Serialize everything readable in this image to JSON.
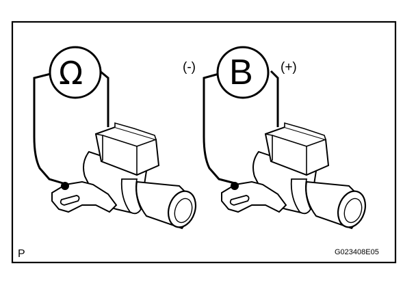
{
  "left_meter": {
    "symbol": "Ω"
  },
  "right_meter": {
    "symbol": "B",
    "negative_label": "(-)",
    "positive_label": "(+)"
  },
  "corner_letter": "P",
  "figure_code": "G023408E05",
  "colors": {
    "ink": "#000000",
    "paper": "#ffffff"
  },
  "icons": [
    "ohmmeter-icon",
    "battery-icon",
    "solenoid-sensor-icon"
  ]
}
